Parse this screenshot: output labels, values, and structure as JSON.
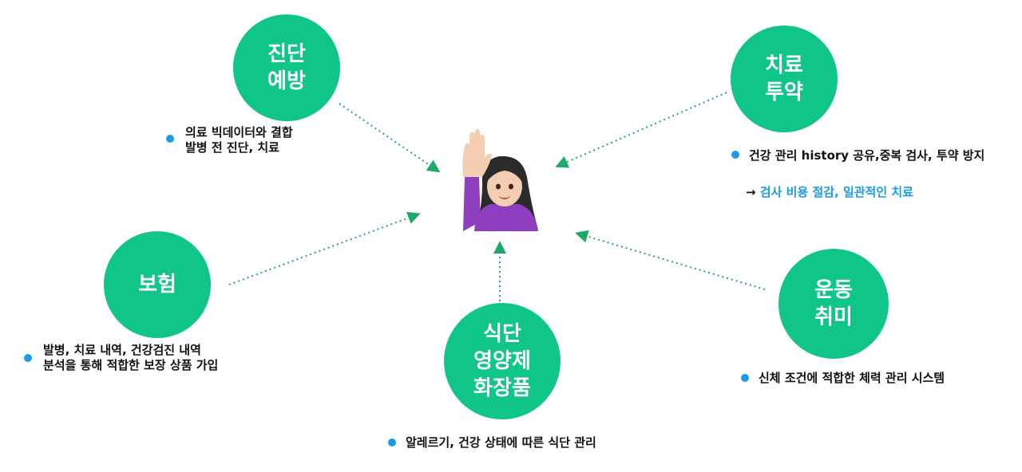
{
  "center": {
    "icon": "person-raising-hand-icon"
  },
  "nodes": {
    "diagnosis": {
      "label": "진단\n예방"
    },
    "treatment": {
      "label": "치료\n투약"
    },
    "insurance": {
      "label": "보험"
    },
    "diet": {
      "label": "식단\n영양제\n화장품"
    },
    "exercise": {
      "label": "운동\n취미"
    }
  },
  "descriptions": {
    "diagnosis": {
      "line1": "의료 빅데이터와 결합",
      "line2": "발병 전 진단, 치료"
    },
    "treatment": {
      "line1": "건강 관리 history 공유,중복 검사, 투약 방지",
      "arrow": "→ ",
      "line2": "검사 비용 절감, 일관적인 치료"
    },
    "insurance": {
      "line1": "발병, 치료 내역, 건강검진 내역",
      "line2": "분석을 통해 적합한 보장 상품 가입"
    },
    "diet": {
      "line1": "알레르기, 건강 상태에 따른 식단 관리"
    },
    "exercise": {
      "line1": "신체 조건에 적합한 체력 관리 시스템"
    }
  },
  "colors": {
    "node": "#0fc58a",
    "bullet": "#1a9be8",
    "arrow": "#1fa86a",
    "emphasis": "#1a9be8"
  }
}
